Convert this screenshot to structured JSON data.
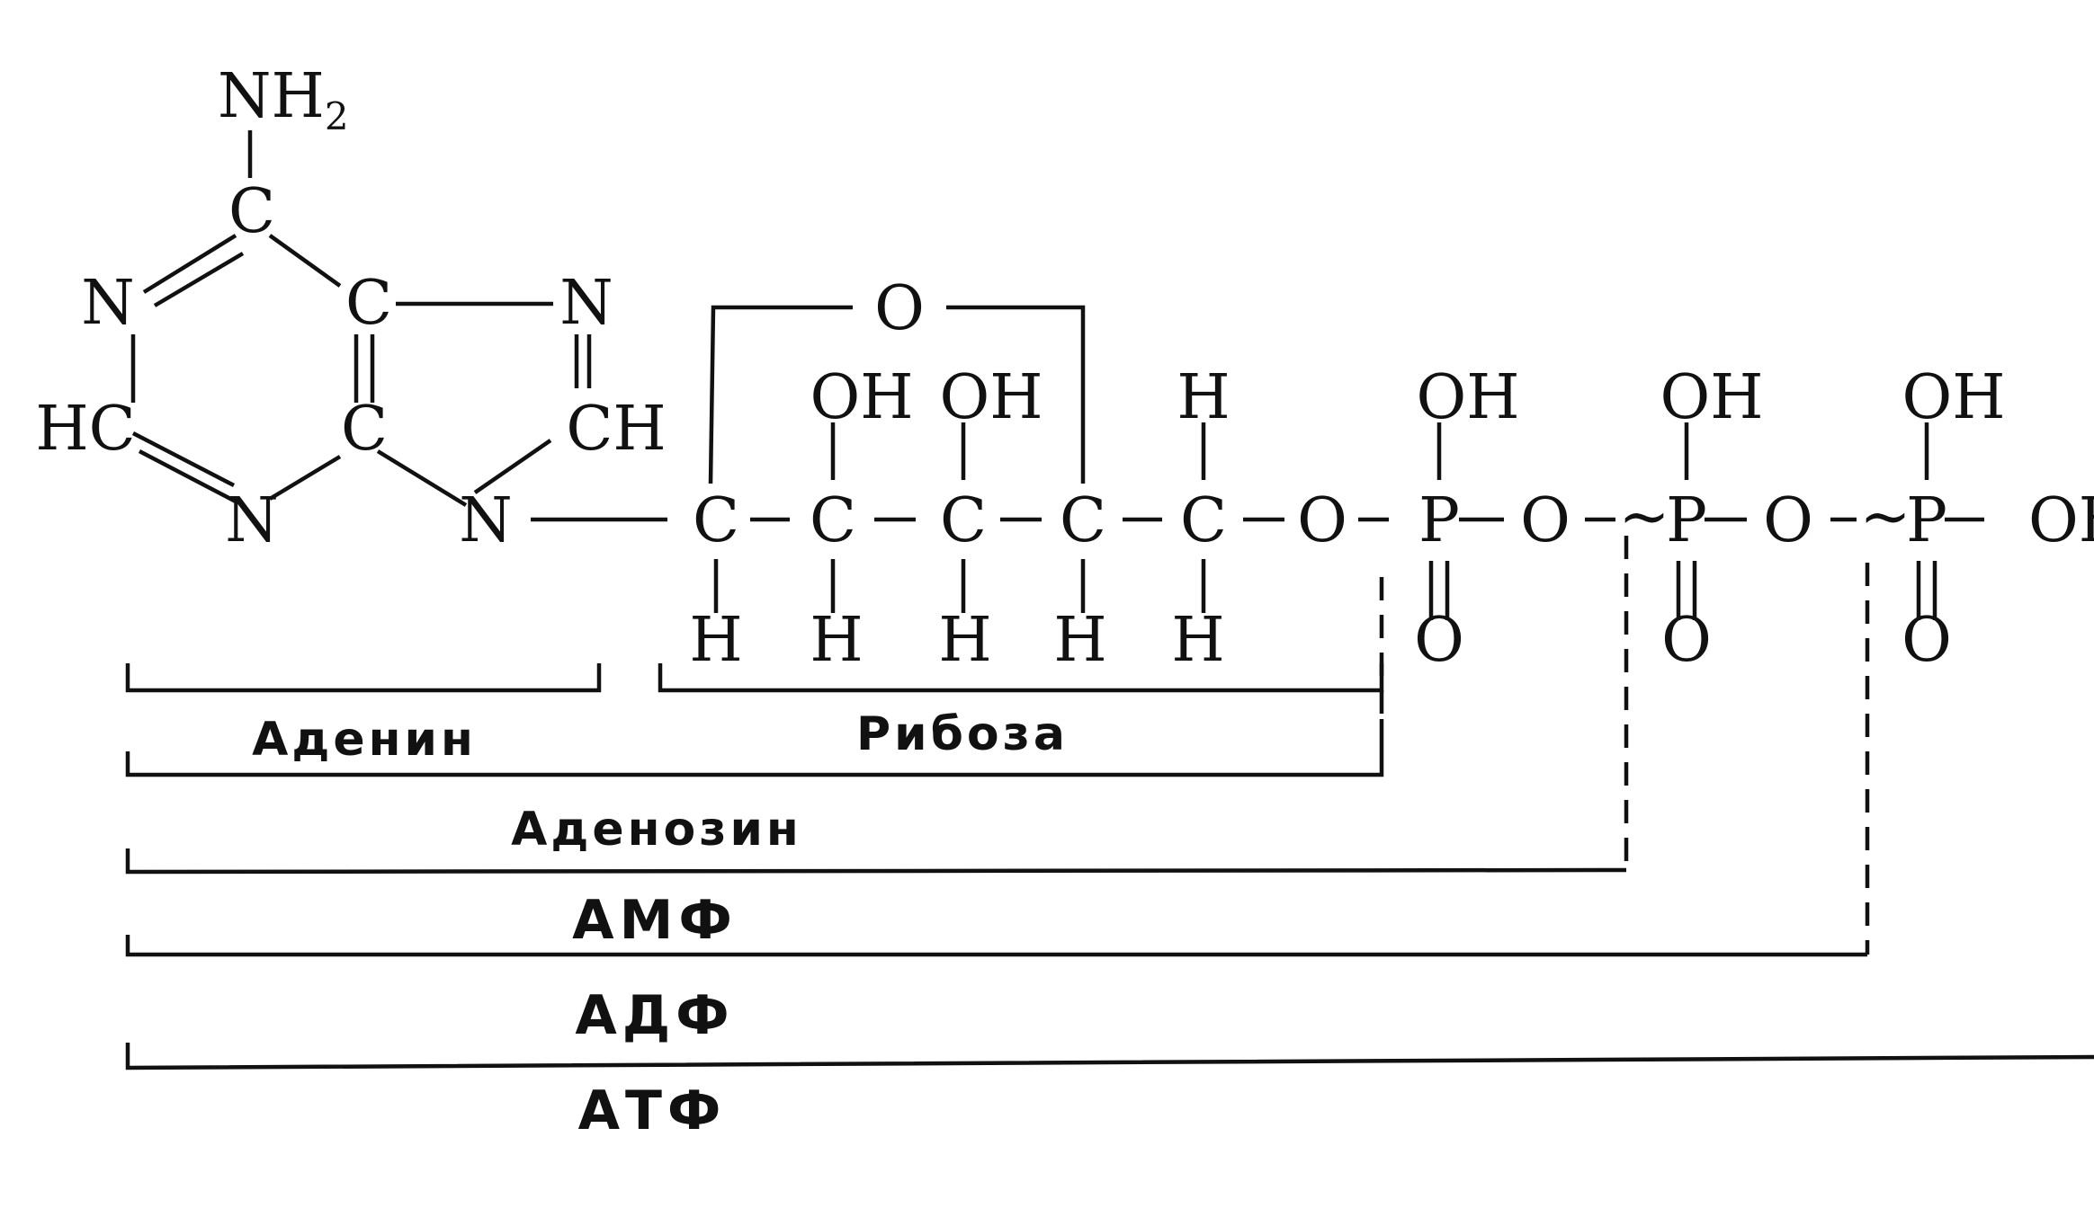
{
  "atoms": {
    "nh2_n": "NH",
    "nh2_sub": "2",
    "c6": "C",
    "n1": "N",
    "c5": "C",
    "n7": "N",
    "c2": "HC",
    "c4": "C",
    "c8": "CH",
    "n3": "N",
    "n9": "N",
    "ring_o": "O",
    "oh2": "OH",
    "oh3": "OH",
    "h5top": "H",
    "c1p": "C",
    "c2p": "C",
    "c3p": "C",
    "c4p": "C",
    "c5p": "C",
    "h1p": "H",
    "h2p": "H",
    "h3p": "H",
    "h4p": "H",
    "h5p": "H",
    "o_ester": "O",
    "p1": "P",
    "p1_oh": "OH",
    "p1_o": "O",
    "o_link1": "O",
    "p2": "P",
    "p2_oh": "OH",
    "p2_o": "O",
    "o_link2": "O",
    "p3": "P",
    "p3_oh": "OH",
    "p3_o": "O",
    "terminal_oh": "OH",
    "tilde": "~"
  },
  "labels": {
    "adenine": "Аденин",
    "ribose": "Рибоза",
    "adenosine": "Аденозин",
    "amp": "АМФ",
    "adp": "АДФ",
    "atp": "АТФ"
  }
}
